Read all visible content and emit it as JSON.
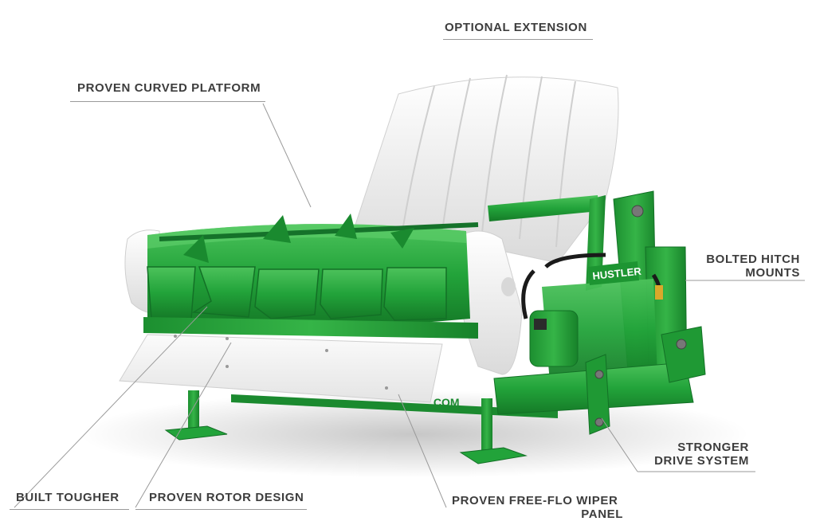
{
  "product": {
    "brand_text": "HUSTLER",
    "website_fragment": ".COM"
  },
  "callouts": {
    "optional_extension": "OPTIONAL EXTENSION",
    "curved_platform": "PROVEN CURVED PLATFORM",
    "bolted_hitch_line1": "BOLTED HITCH",
    "bolted_hitch_line2": "MOUNTS",
    "drive_line1": "STRONGER",
    "drive_line2": "DRIVE SYSTEM",
    "built_tougher": "BUILT TOUGHER",
    "rotor_design": "PROVEN ROTOR DESIGN",
    "wiper_line1": "PROVEN FREE-FLO WIPER",
    "wiper_line2": "PANEL"
  },
  "colors": {
    "machine_green": "#22a33a",
    "machine_green_dark": "#157a27",
    "machine_green_light": "#4cc25b",
    "platform_white": "#f4f4f4",
    "label_text": "#3d3d3d",
    "leader_line": "#9a9a9a"
  }
}
